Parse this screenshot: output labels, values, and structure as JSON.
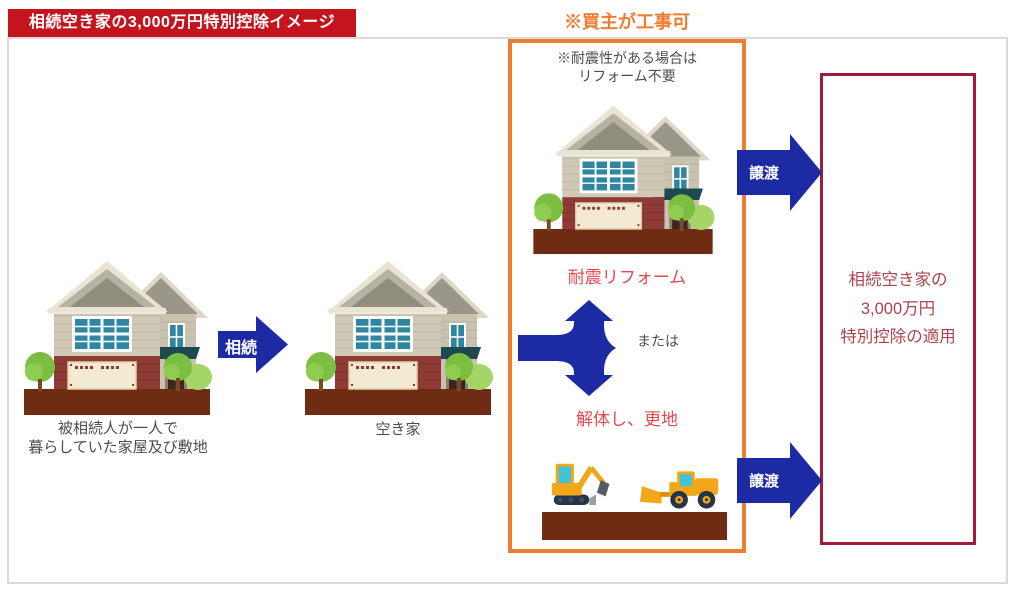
{
  "title": "相続空き家の3,000万円特別控除イメージ",
  "buyer_note": "※買主が工事可",
  "process_box": {
    "seismic_note_line1": "※耐震性がある場合は",
    "seismic_note_line2": "リフォーム不要",
    "option_reform": "耐震リフォーム",
    "or_label": "または",
    "option_demolish": "解体し、更地"
  },
  "left_house": {
    "caption_line1": "被相続人が一人で",
    "caption_line2": "暮らしていた家屋及び敷地"
  },
  "middle_house": {
    "caption": "空き家"
  },
  "arrows": {
    "inherit": "相続",
    "transfer_top": "譲渡",
    "transfer_bottom": "譲渡"
  },
  "result_box": {
    "line1": "相続空き家の",
    "line2": "3,000万円",
    "line3": "特別控除の適用"
  },
  "icons": {
    "house": "house-icon",
    "excavator": "excavator-icon",
    "wheel_loader": "wheel-loader-icon"
  },
  "colors": {
    "banner_red": "#c4151e",
    "accent_orange": "#ed7d31",
    "arrow_blue": "#1c2aa4",
    "result_border_red": "#9e1c38",
    "result_text_red": "#a8454f",
    "option_text_red": "#e8484f",
    "ground_brown": "#6e2c13",
    "gray_text": "#4d4d4d",
    "frame_gray": "#dadada"
  }
}
